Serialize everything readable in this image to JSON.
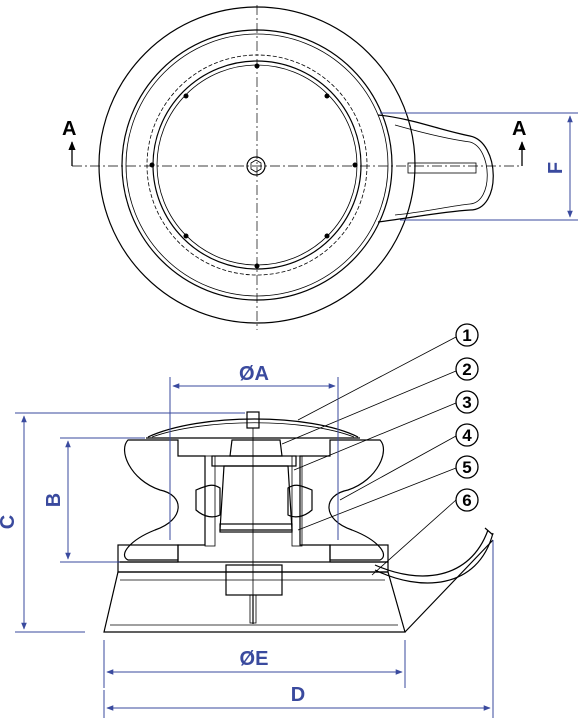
{
  "section_labels": {
    "left": "A",
    "right": "A"
  },
  "dimensions": {
    "a": "ØA",
    "b": "B",
    "c": "C",
    "d": "D",
    "e": "ØE",
    "f": "F"
  },
  "balloons": [
    "1",
    "2",
    "3",
    "4",
    "5",
    "6"
  ],
  "colors": {
    "dimension": "#3a4a9e",
    "line": "#000000",
    "hatch": "#9a9a9a"
  }
}
